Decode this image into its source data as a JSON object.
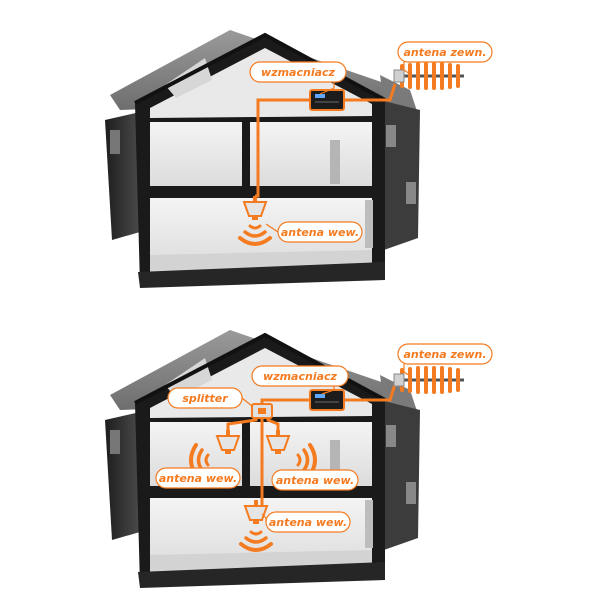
{
  "colors": {
    "accent": "#f47b20",
    "roof": "#8c8c8c",
    "wall_dark": "#2b2b2b",
    "wall_mid": "#4a4a4a",
    "interior": "#ececec",
    "floor": "#d9d9d9",
    "device": "#1c1c1c"
  },
  "labels": {
    "amplifier": "wzmacniacz",
    "outdoor_antenna": "antena zewn.",
    "indoor_antenna": "antena wew.",
    "splitter": "splitter"
  },
  "icons": [
    "house-icon",
    "amplifier-icon",
    "yagi-antenna-icon",
    "ceiling-antenna-icon",
    "signal-waves-icon",
    "splitter-icon"
  ]
}
